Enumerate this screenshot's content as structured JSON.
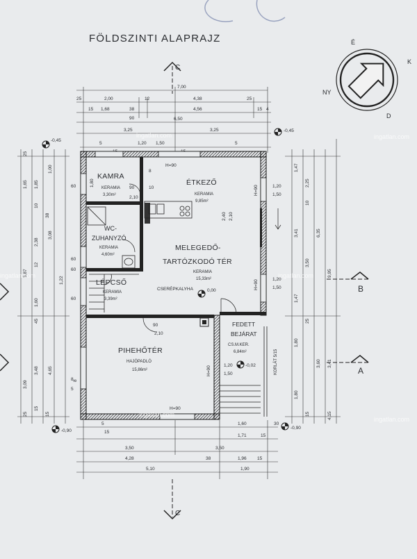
{
  "title": "FÖLDSZINTI ALAPRAJZ",
  "watermark": "ingatlan.com",
  "compass": {
    "north": "É",
    "east": "K",
    "south": "D",
    "west": "NY"
  },
  "sections": {
    "c": "C",
    "b": "B",
    "a": "A"
  },
  "rooms": {
    "kamra": {
      "name": "KAMRA",
      "floor": "KERAMIA",
      "area": "3,30m²"
    },
    "etkezo": {
      "name": "ÉTKEZŐ",
      "floor": "KERAMIA",
      "area": "9,85m²"
    },
    "wc": {
      "name1": "WC-",
      "name2": "ZUHANYZÓ",
      "floor": "KERAMIA",
      "area": "4,60m²"
    },
    "tartozkodo": {
      "name1": "MELEGEDŐ-",
      "name2": "TARTÓZKODÓ TÉR",
      "floor": "KERAMIA",
      "area": "15,33m²"
    },
    "lepcso": {
      "name": "LÉPCSŐ",
      "floor": "KERAMIA",
      "area": "3,39m²"
    },
    "pihenoter": {
      "name": "PIHEHŐTÉR",
      "floor": "HAJÓPADLÓ",
      "area": "15,86m²"
    },
    "bejarat": {
      "name1": "FEDETT",
      "name2": "BEJÁRAT",
      "floor": "CS.M.KER.",
      "area": "6,84m²"
    }
  },
  "labels": {
    "cserepkalyha": "CSERÉPKALYHA",
    "korlat": "KORLÁT 5/15",
    "h90": "H=90",
    "level_000": "0,00",
    "level_m002": "-0,02",
    "level_m045": "-0,45",
    "level_m090": "-0,90"
  },
  "dims": {
    "top": {
      "total": "7,00",
      "r2a": "2,00",
      "r2b": "12",
      "r2c": "4,38",
      "r2d": "25",
      "r2e": "25",
      "r3a": "15",
      "r3b": "1,68",
      "r3c": "38",
      "r3d": "4,56",
      "r3e": "15",
      "r3f": "4",
      "r4": "6,50",
      "r5a": "3,25",
      "r5b": "3,25",
      "r6a": "5",
      "r6b": "1,20",
      "r6c": "5",
      "r6d": "15",
      "r6e": "1,50",
      "r6f": "15",
      "r6g": "90"
    },
    "bottom": {
      "b1a": "5",
      "b1b": "15",
      "b1c": "1,60",
      "b1d": "30",
      "b2a": "1,71",
      "b2b": "15",
      "b3a": "3,50",
      "b3b": "3,50",
      "b4a": "4,28",
      "b4b": "38",
      "b4c": "1,96",
      "b4d": "15",
      "b5a": "5,10",
      "b5b": "1,90"
    },
    "left": [
      "25",
      "1,00",
      "1,65",
      "1,85",
      "10",
      "38",
      "2,38",
      "3,08",
      "3,87",
      "12",
      "1,22",
      "1,60",
      "45",
      "3,48",
      "3,09",
      "4,65",
      "8",
      "15",
      "25",
      "15"
    ],
    "right": [
      "1,47",
      "2,25",
      "10",
      "3,41",
      "6,35",
      "9,95",
      "3,50",
      "1,47",
      "25",
      "1,80",
      "3,60",
      "3,41",
      "1,80",
      "15",
      "4,15"
    ],
    "inner": [
      "90",
      "8",
      "10",
      "2,10",
      "60",
      "1,80",
      "60",
      "1,20",
      "1,50",
      "2,40",
      "2,10",
      "60",
      "60",
      "90",
      "2,10",
      "1,20",
      "1,50",
      "8",
      "5"
    ]
  }
}
